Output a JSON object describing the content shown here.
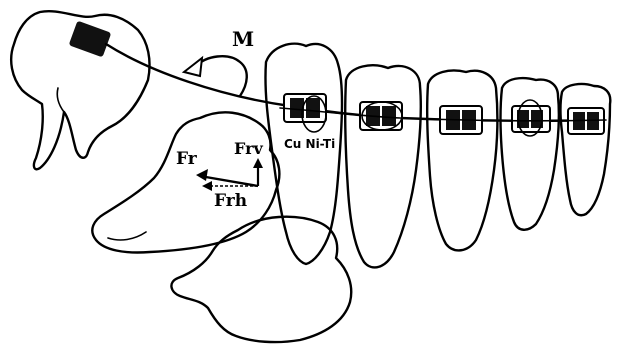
{
  "diagram": {
    "labels": {
      "moment": "M",
      "force_resultant": "Fr",
      "force_vertical": "Frv",
      "force_horizontal": "Frh",
      "wire": "Cu Ni-Ti"
    },
    "colors": {
      "ink": "#000000",
      "background": "#ffffff",
      "bracket_fill": "#111111"
    }
  }
}
